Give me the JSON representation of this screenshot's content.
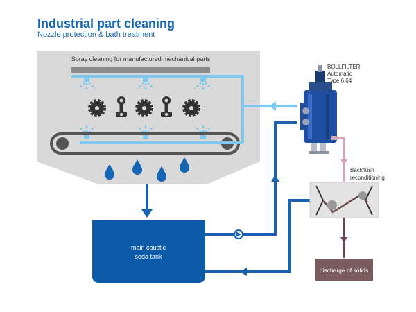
{
  "title": "Industrial part cleaning",
  "subtitle": "Nozzle protection & bath treatment",
  "spray_chamber": {
    "label": "Spray cleaning for manufactured mechanical parts"
  },
  "filter": {
    "name": "BOLLFILTER",
    "mode": "Automatic",
    "type": "Type 6.64"
  },
  "backflush": {
    "line1": "Backflush",
    "line2": "reconditioning"
  },
  "tank": {
    "line1": "main caustic",
    "line2": "soda tank"
  },
  "discharge": {
    "label": "discharge of solids"
  },
  "colors": {
    "title": "#1565b5",
    "pipe_dark": "#1862b0",
    "pipe_light": "#7ec8ee",
    "tank": "#0a5aa8",
    "chamber": "#d9d9d9",
    "conveyor": "#555555",
    "discharge_box": "#7b5c5e",
    "backflush_pipe": "#d7a4b4",
    "solids_pipe": "#6b4b4e"
  },
  "icons": [
    "spray-nozzle-icon",
    "gear-icon",
    "piston-icon",
    "water-drop-icon",
    "pump-icon",
    "filter-icon",
    "arrow-icon"
  ]
}
